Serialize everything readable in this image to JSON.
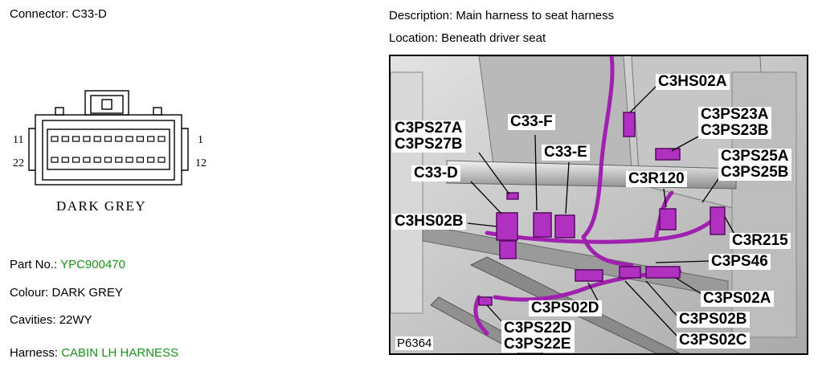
{
  "connector": {
    "label": "Connector:",
    "value": "C33-D"
  },
  "description": {
    "label": "Description:",
    "value": "Main harness to seat harness"
  },
  "location": {
    "label": "Location:",
    "value": "Beneath driver seat"
  },
  "pinout": {
    "left_top": "11",
    "left_bottom": "22",
    "right_top": "1",
    "right_bottom": "12",
    "housing_label": "DARK GREY"
  },
  "part_no": {
    "label": "Part No.:",
    "value": "YPC900470"
  },
  "colour": {
    "label": "Colour:",
    "value": "DARK GREY"
  },
  "cavities": {
    "label": "Cavities:",
    "value": "22WY"
  },
  "harness": {
    "label": "Harness:",
    "value": "CABIN LH HARNESS"
  },
  "photo": {
    "ref": "P6364",
    "callouts": {
      "c3hs02a": "C3HS02A",
      "c3ps23": "C3PS23A\nC3PS23B",
      "c3ps27": "C3PS27A\nC3PS27B",
      "c33f": "C33-F",
      "c33e": "C33-E",
      "c3ps25": "C3PS25A\nC3PS25B",
      "c33d": "C33-D",
      "c3r120": "C3R120",
      "c3hs02b": "C3HS02B",
      "c3r215": "C3R215",
      "c3ps46": "C3PS46",
      "c3ps02a": "C3PS02A",
      "c3ps02d": "C3PS02D",
      "c3ps02b": "C3PS02B",
      "c3ps22": "C3PS22D\nC3PS22E",
      "c3ps02c": "C3PS02C"
    }
  },
  "colors": {
    "accent_green": "#1a8f1a",
    "harness_magenta": "#a020b0"
  }
}
